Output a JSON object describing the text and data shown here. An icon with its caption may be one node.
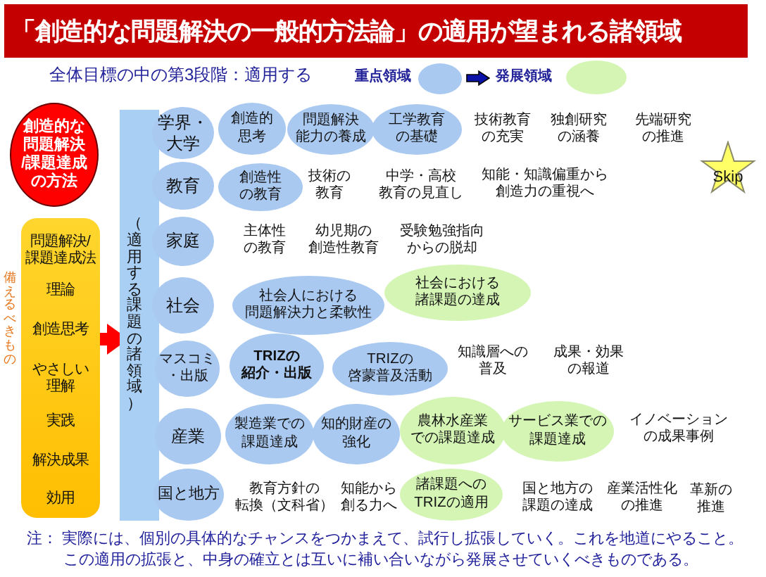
{
  "diagram": {
    "title": "「創造的な問題解決の一般的方法論」の適用が望まれる諸領域",
    "caption": "注： 実際には、個別の具体的なチャンスをつかまえて、試行し拡張していく。これを地道にやること。この適用の拡張と、中身の確立とは互いに補い合いながら発展させていくべきものである。",
    "nodes": [
      {
        "text": [
          "創造的な問題解決/課題達成の方法"
        ]
      },
      {
        "text": [
          "問題解決/課題達成法",
          "理論",
          "創造思考",
          "やさしい理解",
          "実践",
          "解決成果",
          "効用"
        ],
        "beside": [
          "備えるべきもの"
        ]
      },
      {
        "text": [
          "（適用する課題の諸領域）"
        ]
      },
      {
        "text": [
          "学界・大学"
        ]
      },
      {
        "text": [
          "創造的思考"
        ]
      },
      {
        "text": [
          "問題解決能力の養成"
        ]
      },
      {
        "text": [
          "工学教育の基礎"
        ]
      },
      {
        "text": [
          "教育"
        ]
      },
      {
        "text": [
          "創造性の教育"
        ]
      },
      {
        "text": [
          "家庭"
        ]
      },
      {
        "text": [
          "社会"
        ]
      },
      {
        "text": [
          "社会人における問題解決力と柔軟性"
        ]
      },
      {
        "text": [
          "社会における諸課題の達成"
        ]
      },
      {
        "text": [
          "マスコミ・出版"
        ]
      },
      {
        "text": [
          "TRIZの紹介・出版"
        ]
      },
      {
        "text": [
          "TRIZの啓蒙普及活動"
        ]
      },
      {
        "text": [
          "産業"
        ]
      },
      {
        "text": [
          "製造業での課題達成"
        ]
      },
      {
        "text": [
          "知的財産の強化"
        ]
      },
      {
        "text": [
          "農林水産業での課題達成"
        ]
      },
      {
        "text": [
          "サービス業での課題達成"
        ]
      },
      {
        "text": [
          "国と地方"
        ]
      },
      {
        "text": [
          "諸課題へのTRIZの適用"
        ]
      },
      {
        "text": [
          "Skip"
        ]
      }
    ],
    "edges": [
      {
        "from": 1,
        "to": 2,
        "arrow": "to",
        "color": "#ff0000"
      }
    ],
    "labels": [
      "全体目標の中の第3段階：適用する",
      "技術教育の充実",
      "独創研究の涵養",
      "先端研究の推進",
      "技術の教育",
      "中学・高校教育の見直し",
      "知能・知識偏重から創造力の重視へ",
      "主体性の教育",
      "幼児期の創造性教育",
      "受験勉強指向からの脱却",
      "知識層への普及",
      "成果・効果の報道",
      "イノベーションの成果事例",
      "教育方針の転換（文科省）",
      "知能から創る力へ",
      "国と地方の課題の達成",
      "産業活性化の推進",
      "革新の推進"
    ],
    "legend": [
      {
        "text": "重点領域",
        "color": "#a9c9f1"
      },
      {
        "text": "発展領域",
        "color": "#d5f5b5"
      }
    ]
  }
}
